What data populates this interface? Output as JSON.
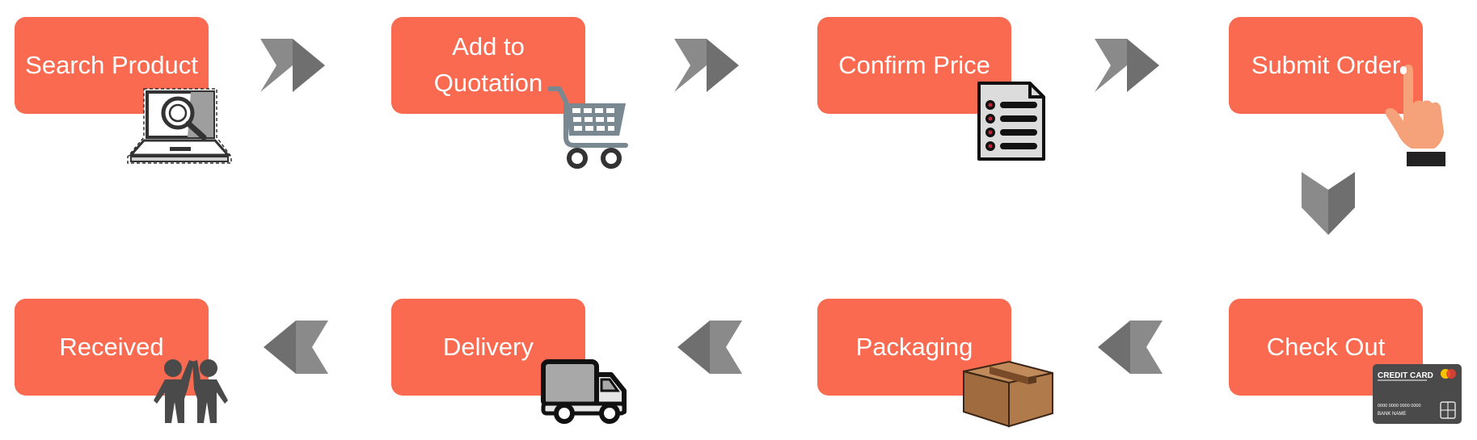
{
  "flow": {
    "steps": [
      {
        "label": "Search Product",
        "icon": "laptop-search-icon"
      },
      {
        "label": "Add to Quotation",
        "icon": "shopping-cart-icon"
      },
      {
        "label": "Confirm Price",
        "icon": "document-list-icon"
      },
      {
        "label": "Submit Order",
        "icon": "pointing-hand-icon"
      },
      {
        "label": "Check Out",
        "icon": "credit-card-icon"
      },
      {
        "label": "Packaging",
        "icon": "cardboard-box-icon"
      },
      {
        "label": "Delivery",
        "icon": "delivery-truck-icon"
      },
      {
        "label": "Received",
        "icon": "people-celebrating-icon"
      }
    ],
    "card_text": {
      "title": "CREDIT CARD",
      "number": "0000 0000 0000 0000",
      "name": "BANK NAME"
    },
    "colors": {
      "box": "#f96a50",
      "arrow": "#7a7a7a",
      "text": "#ffffff"
    }
  }
}
